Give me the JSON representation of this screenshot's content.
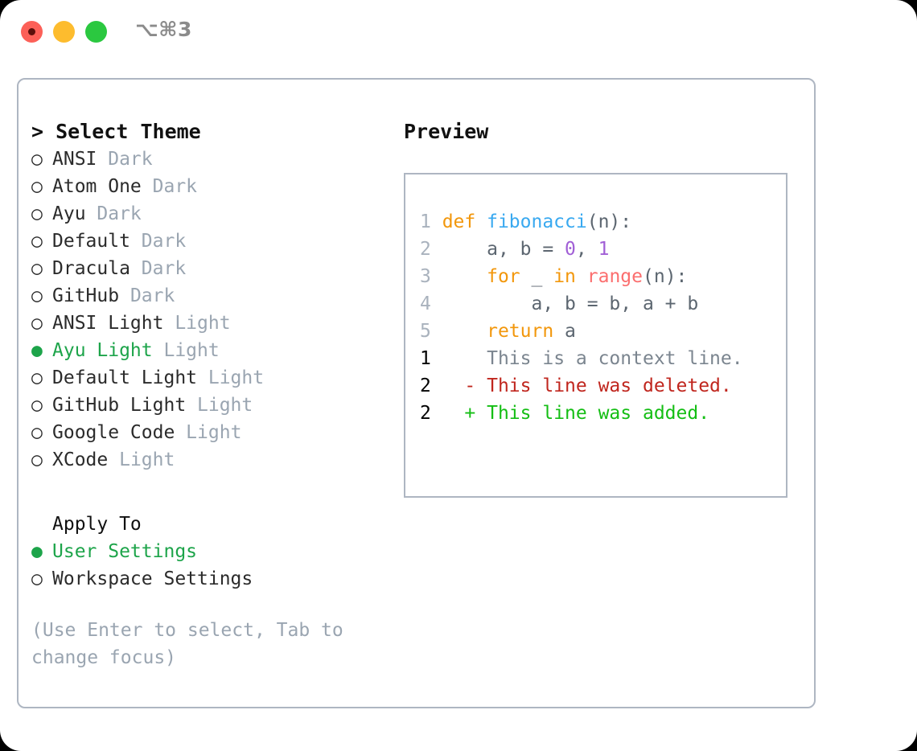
{
  "titlebar": {
    "shortcut": "⌥⌘3",
    "buttons": [
      {
        "name": "close",
        "color": "#fc6058"
      },
      {
        "name": "minimize",
        "color": "#fdbc2e"
      },
      {
        "name": "maximize",
        "color": "#2bc840"
      }
    ]
  },
  "theme_picker": {
    "heading": "> Select Theme",
    "selected_marker": "●",
    "unselected_marker": "○",
    "options": [
      {
        "marker": "○",
        "name": "ANSI",
        "variant": "Dark",
        "selected": false
      },
      {
        "marker": "○",
        "name": "Atom One",
        "variant": "Dark",
        "selected": false
      },
      {
        "marker": "○",
        "name": "Ayu",
        "variant": "Dark",
        "selected": false
      },
      {
        "marker": "○",
        "name": "Default",
        "variant": "Dark",
        "selected": false
      },
      {
        "marker": "○",
        "name": "Dracula",
        "variant": "Dark",
        "selected": false
      },
      {
        "marker": "○",
        "name": "GitHub",
        "variant": "Dark",
        "selected": false
      },
      {
        "marker": "○",
        "name": "ANSI Light",
        "variant": "Light",
        "selected": false
      },
      {
        "marker": "●",
        "name": "Ayu Light",
        "variant": "Light",
        "selected": true
      },
      {
        "marker": "○",
        "name": "Default Light",
        "variant": "Light",
        "selected": false
      },
      {
        "marker": "○",
        "name": "GitHub Light",
        "variant": "Light",
        "selected": false
      },
      {
        "marker": "○",
        "name": "Google Code",
        "variant": "Light",
        "selected": false
      },
      {
        "marker": "○",
        "name": "XCode",
        "variant": "Light",
        "selected": false
      }
    ]
  },
  "apply_to": {
    "heading": "Apply To",
    "options": [
      {
        "marker": "●",
        "name": "User Settings",
        "selected": true
      },
      {
        "marker": "○",
        "name": "Workspace Settings",
        "selected": false
      }
    ]
  },
  "hint": "(Use Enter to select, Tab to change focus)",
  "preview": {
    "label": "Preview",
    "code_lines": [
      {
        "number": "1",
        "tokens": [
          {
            "text": "def ",
            "type": "kw"
          },
          {
            "text": "fibonacci",
            "type": "fn"
          },
          {
            "text": "(n):",
            "type": "punc"
          }
        ]
      },
      {
        "number": "2",
        "tokens": [
          {
            "text": "    a, b = ",
            "type": "plain"
          },
          {
            "text": "0",
            "type": "num"
          },
          {
            "text": ", ",
            "type": "plain"
          },
          {
            "text": "1",
            "type": "num"
          }
        ]
      },
      {
        "number": "3",
        "tokens": [
          {
            "text": "    ",
            "type": "plain"
          },
          {
            "text": "for",
            "type": "kw"
          },
          {
            "text": " _ ",
            "type": "plain"
          },
          {
            "text": "in",
            "type": "kw"
          },
          {
            "text": " ",
            "type": "plain"
          },
          {
            "text": "range",
            "type": "bi"
          },
          {
            "text": "(n):",
            "type": "punc"
          }
        ]
      },
      {
        "number": "4",
        "tokens": [
          {
            "text": "        a, b = b, a + b",
            "type": "plain"
          }
        ]
      },
      {
        "number": "5",
        "tokens": [
          {
            "text": "    ",
            "type": "plain"
          },
          {
            "text": "return",
            "type": "kw"
          },
          {
            "text": " a",
            "type": "plain"
          }
        ]
      }
    ],
    "diff_lines": [
      {
        "number": "1",
        "sign": " ",
        "text": "This is a context line.",
        "type": "ctx"
      },
      {
        "number": "2",
        "sign": "-",
        "text": "This line was deleted.",
        "type": "del"
      },
      {
        "number": "2",
        "sign": "+",
        "text": "This line was added.",
        "type": "add"
      }
    ]
  },
  "colors": {
    "accent_green": "#1da44a",
    "muted": "#9aa5b1",
    "border": "#aeb6c2",
    "keyword": "#f2970c",
    "function": "#39a9f0",
    "number": "#a15fd6",
    "builtin": "#fb6e6e",
    "diff_added": "#14be14",
    "diff_deleted": "#c0261e"
  }
}
